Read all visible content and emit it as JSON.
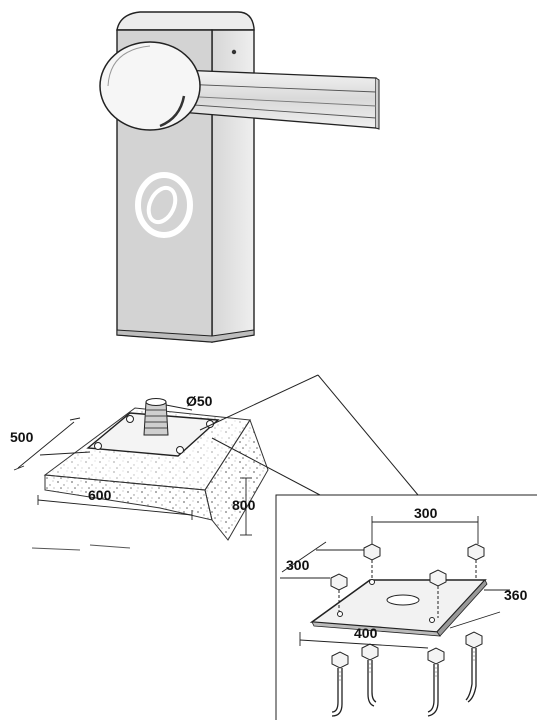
{
  "barrier": {
    "logo": "stylized-O-logo"
  },
  "foundation": {
    "pipe_diameter": "Ø50",
    "width": "500",
    "length": "600",
    "depth": "800"
  },
  "plate_detail": {
    "bolt_spacing_x": "300",
    "bolt_spacing_y": "300",
    "plate_width": "400",
    "plate_depth": "360"
  }
}
